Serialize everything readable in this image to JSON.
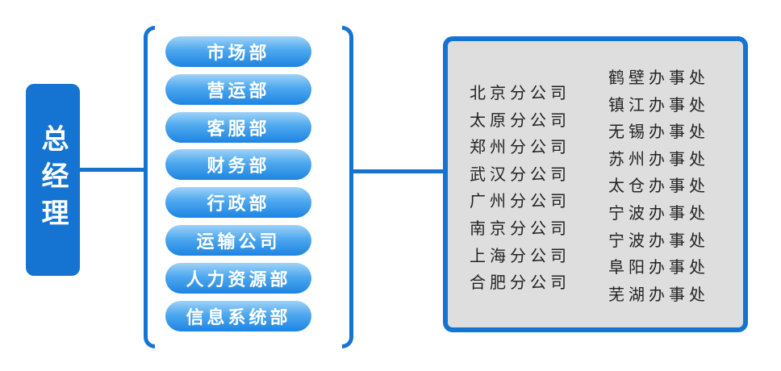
{
  "manager": {
    "label": "总经理"
  },
  "departments": [
    {
      "label": "市场部"
    },
    {
      "label": "营运部"
    },
    {
      "label": "客服部"
    },
    {
      "label": "财务部"
    },
    {
      "label": "行政部"
    },
    {
      "label": "运输公司"
    },
    {
      "label": "人力资源部"
    },
    {
      "label": "信息系统部"
    }
  ],
  "branches": [
    {
      "label": "北京分公司"
    },
    {
      "label": "太原分公司"
    },
    {
      "label": "郑州分公司"
    },
    {
      "label": "武汉分公司"
    },
    {
      "label": "广州分公司"
    },
    {
      "label": "南京分公司"
    },
    {
      "label": "上海分公司"
    },
    {
      "label": "合肥分公司"
    }
  ],
  "offices": [
    {
      "label": "鹤壁办事处"
    },
    {
      "label": "镇江办事处"
    },
    {
      "label": "无锡办事处"
    },
    {
      "label": "苏州办事处"
    },
    {
      "label": "太仓办事处"
    },
    {
      "label": "宁波办事处"
    },
    {
      "label": "宁波办事处"
    },
    {
      "label": "阜阳办事处"
    },
    {
      "label": "芜湖办事处"
    }
  ],
  "colors": {
    "primary": "#1574d2",
    "panel_bg": "#dedede",
    "text": "#222222"
  }
}
